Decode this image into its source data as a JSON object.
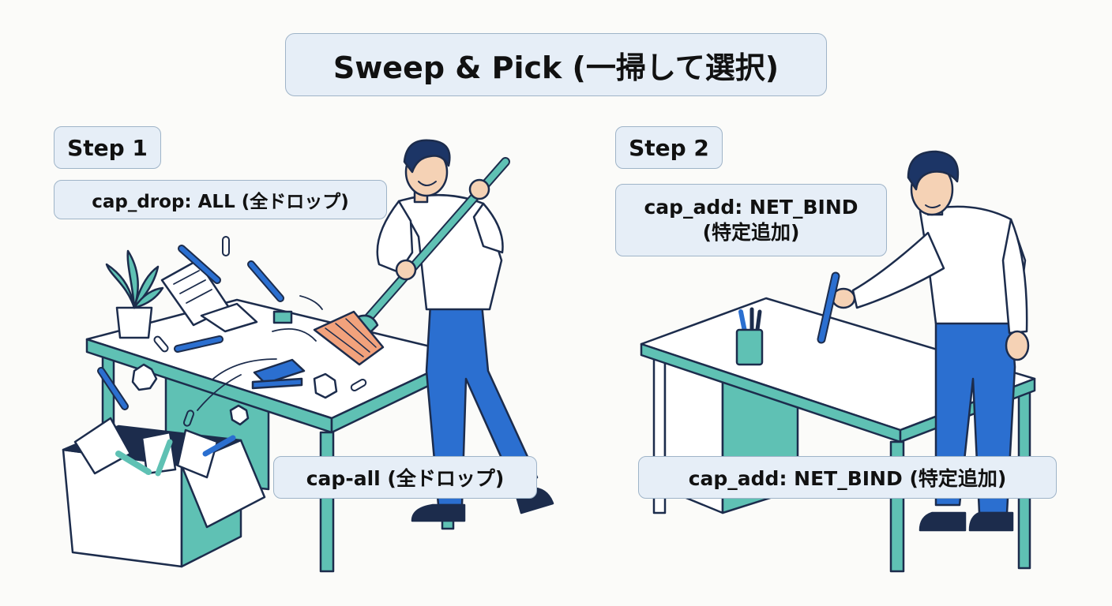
{
  "title": "Sweep & Pick (一掃して選択)",
  "step1": {
    "heading": "Step 1",
    "caption": "cap_drop: ALL (全ドロップ)",
    "floor_label": "cap-all (全ドロップ)"
  },
  "step2": {
    "heading": "Step 2",
    "caption_line1": "cap_add: NET_BIND",
    "caption_line2": "(特定追加)",
    "floor_label": "cap_add: NET_BIND (特定追加)"
  },
  "colors": {
    "accent_teal": "#5fc1b4",
    "pants_blue": "#2b6fd0",
    "outline": "#1c2c4c",
    "label_bg": "#e6eef7",
    "label_border": "#9fb4c8",
    "broom_bristles": "#f2a27c"
  },
  "icons": [
    "broom-icon",
    "plant-icon",
    "stapler-icon",
    "pen-icon",
    "paper-icon",
    "paperclip-icon",
    "pen-cup-icon",
    "box-icon"
  ]
}
